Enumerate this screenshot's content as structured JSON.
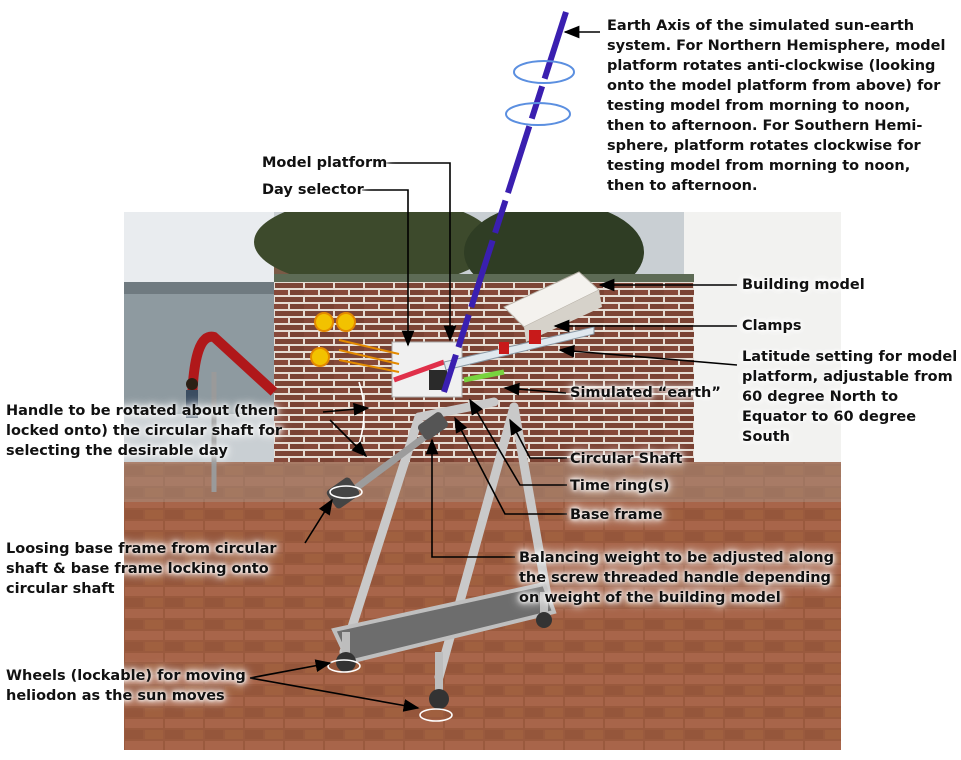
{
  "labels": {
    "earth_axis": "Earth Axis of the simulated sun-earth system. For Northern Hemisphere, model platform rotates anti-clockwise (looking onto the model platform from above) for testing model from morning to noon, then to afternoon. For Southern Hemi-sphere, platform rotates clockwise for testing model from morning to noon, then to afternoon.",
    "model_platform": "Model platform",
    "day_selector": "Day selector",
    "building_model": "Building model",
    "clamps": "Clamps",
    "latitude_setting": "Latitude setting for model platform, adjustable from 60 degree North to Equator to 60 degree South",
    "simulated_earth": "Simulated “earth”",
    "handle": "Handle to be rotated about (then locked onto) the circular shaft for selecting the desirable day",
    "circular_shaft": "Circular Shaft",
    "time_rings": "Time ring(s)",
    "base_frame": "Base frame",
    "loosing_base": "Loosing base frame from circular shaft & base frame locking onto circular shaft",
    "balancing_weight": "Balancing weight to be adjusted along the screw threaded handle depending on weight of the building model",
    "wheels": "Wheels (lockable) for moving heliodon as the sun moves"
  },
  "colors": {
    "axis": "#3a1fb0",
    "rotation_arrow": "#5b8fe0",
    "sun": "#f2c200",
    "brick_wall": "#8a4a3a",
    "pavement": "#9c5a3c",
    "frame": "#c8c8c8",
    "green_bar": "#7bd43a",
    "red_clamp": "#d01818"
  }
}
